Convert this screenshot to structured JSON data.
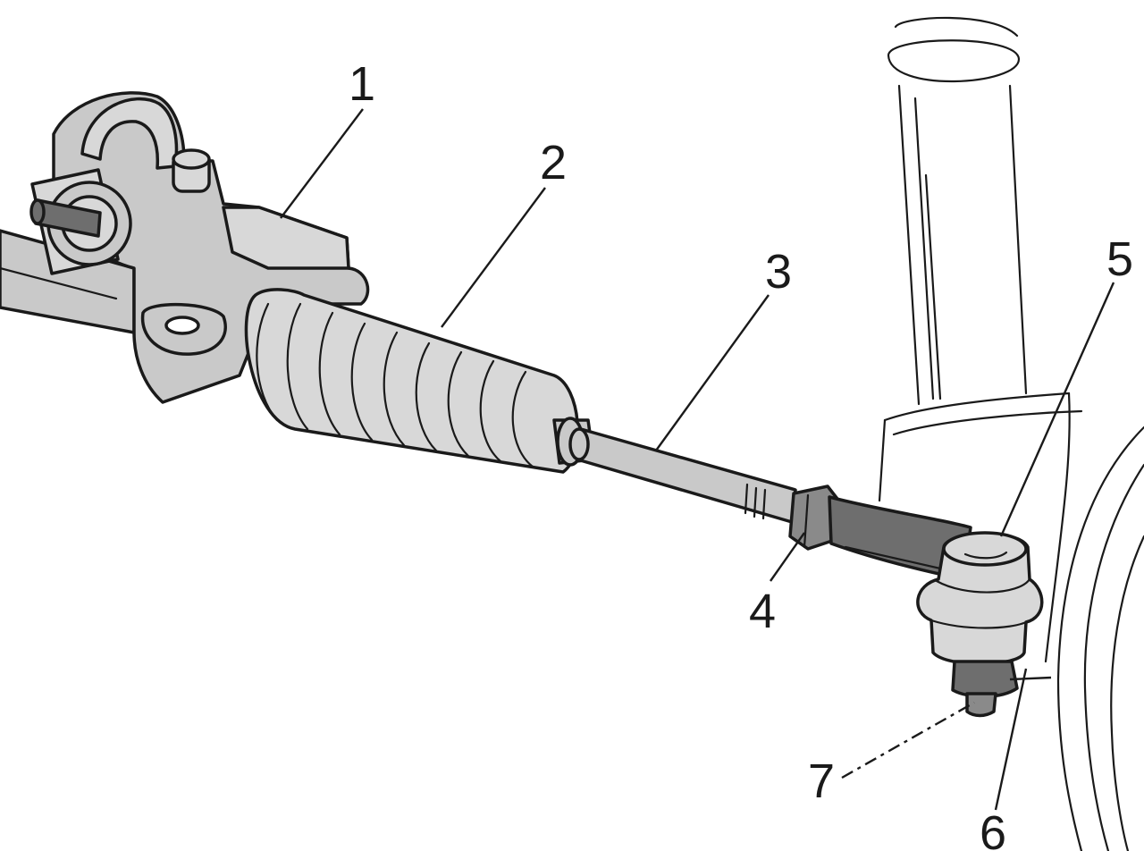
{
  "diagram": {
    "callouts": [
      "1",
      "2",
      "3",
      "4",
      "5",
      "6",
      "7"
    ],
    "colors": {
      "part_fill": "#c9c9c9",
      "part_light": "#d8d8d8",
      "part_dark": "#6e6e6e",
      "ink": "#1a1a1a",
      "background": "#ffffff"
    }
  }
}
